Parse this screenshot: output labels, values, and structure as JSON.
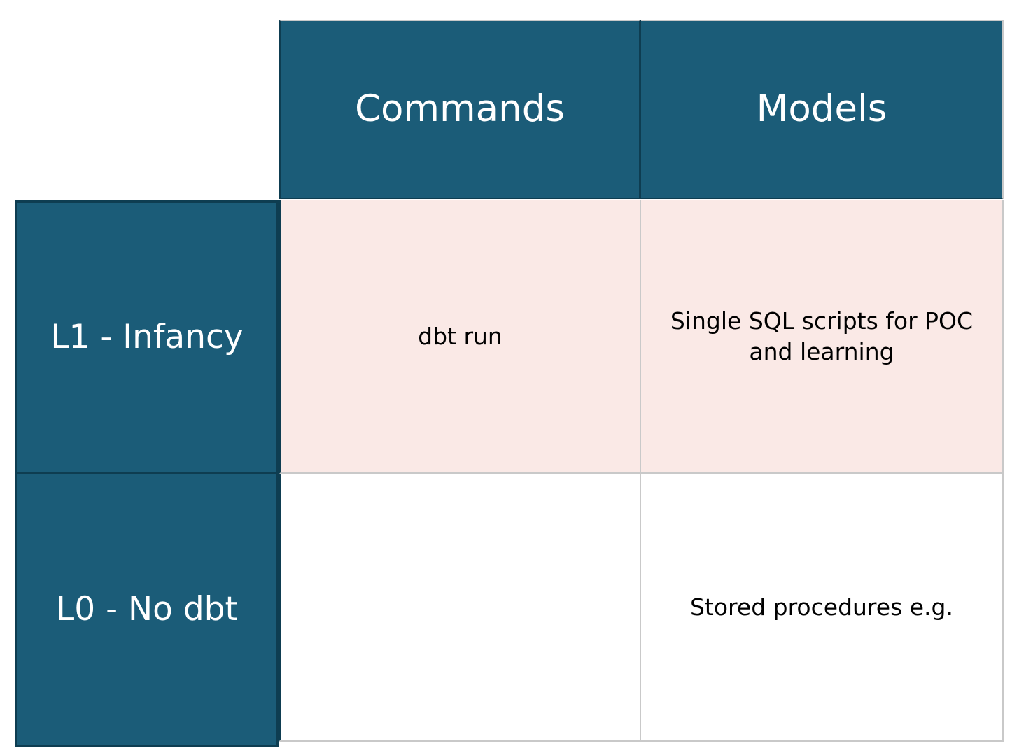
{
  "matrix": {
    "corner_label": "",
    "column_headers": [
      {
        "id": "commands",
        "label": "Commands"
      },
      {
        "id": "models",
        "label": "Models"
      }
    ],
    "rows": [
      {
        "id": "l1",
        "header": "L1 - Infancy",
        "cells": [
          {
            "column": "commands",
            "text": "dbt run"
          },
          {
            "column": "models",
            "text": "Single SQL scripts for POC and learning"
          }
        ]
      },
      {
        "id": "l0",
        "header": "L0 - No dbt",
        "cells": [
          {
            "column": "commands",
            "text": ""
          },
          {
            "column": "models",
            "text": "Stored procedures e.g."
          }
        ]
      }
    ]
  },
  "colors": {
    "header_fill": "#1b5c78",
    "header_border": "#0e3d51",
    "header_text": "#ffffff",
    "row_l1_fill": "#fae9e6",
    "row_l0_fill": "#ffffff",
    "cell_border": "#c9c9c9",
    "body_text": "#000000",
    "page_background": "#ffffff"
  }
}
